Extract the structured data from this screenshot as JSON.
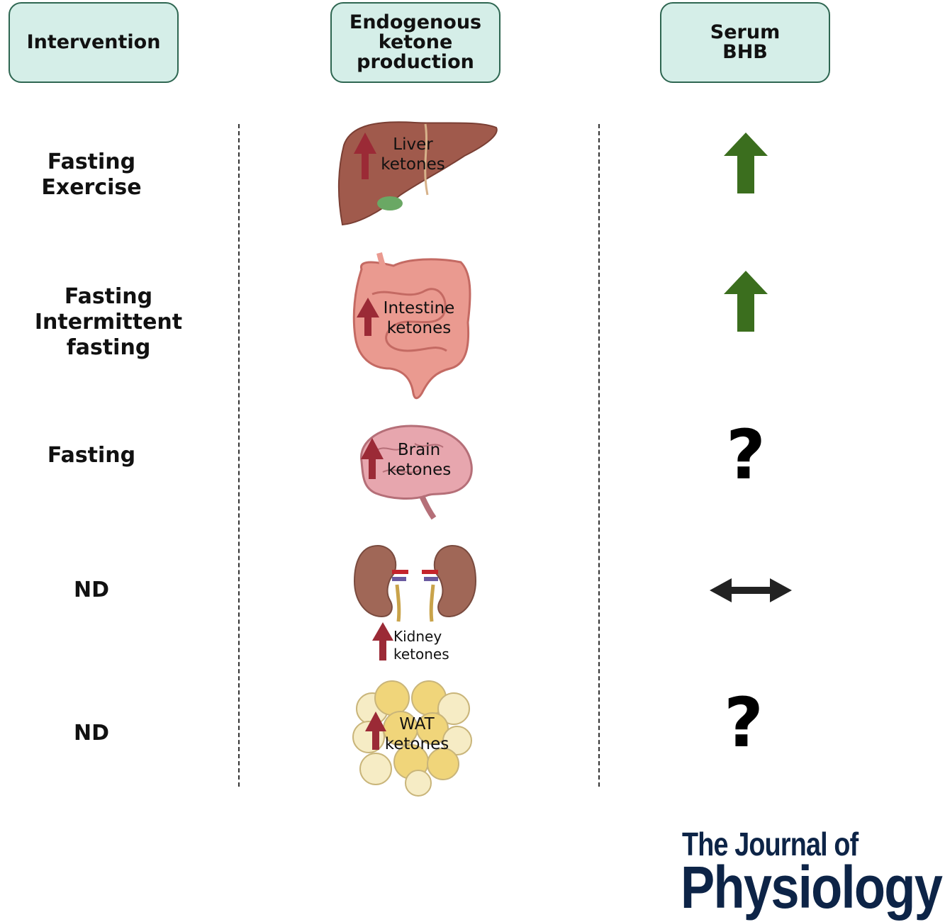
{
  "headers": {
    "intervention": "Intervention",
    "endogenous": "Endogenous\nketone\nproduction",
    "serum": "Serum\nBHB"
  },
  "rows": [
    {
      "intervention": "Fasting\nExercise",
      "organ": "liver",
      "organ_label": "Liver\nketones",
      "bhb": "increase"
    },
    {
      "intervention": "Fasting\nIntermittent fasting",
      "organ": "intestine",
      "organ_label": "Intestine\nketones",
      "bhb": "increase"
    },
    {
      "intervention": "Fasting",
      "organ": "brain",
      "organ_label": "Brain\nketones",
      "bhb": "?"
    },
    {
      "intervention": "ND",
      "organ": "kidney",
      "organ_label": "Kidney\nketones",
      "bhb": "no-change"
    },
    {
      "intervention": "ND",
      "organ": "wat",
      "organ_label": "WAT\nketones",
      "bhb": "?"
    }
  ],
  "journal": {
    "line1": "The Journal of",
    "line2": "Physiology"
  },
  "colors": {
    "header_fill": "#d5eee8",
    "header_border": "#2e6651",
    "up_arrow_green": "#3b6e1e",
    "organ_arrow_red": "#9b2a36",
    "journal_navy": "#0d2447"
  },
  "icons": {
    "increase": "green-up-arrow-icon",
    "no-change": "double-headed-arrow-icon",
    "unknown": "question-mark"
  }
}
